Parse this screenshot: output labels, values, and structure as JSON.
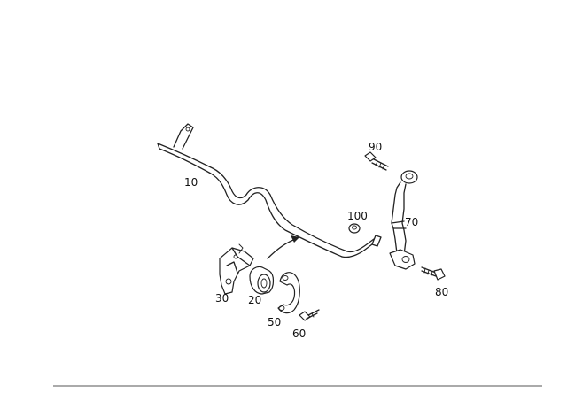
{
  "parts": [
    {
      "id": "p10",
      "label": "10"
    },
    {
      "id": "p20",
      "label": "20"
    },
    {
      "id": "p30",
      "label": "30"
    },
    {
      "id": "p50",
      "label": "50"
    },
    {
      "id": "p60",
      "label": "60"
    },
    {
      "id": "p70",
      "label": "70"
    },
    {
      "id": "p80",
      "label": "80"
    },
    {
      "id": "p90",
      "label": "90"
    },
    {
      "id": "p100",
      "label": "100"
    }
  ]
}
